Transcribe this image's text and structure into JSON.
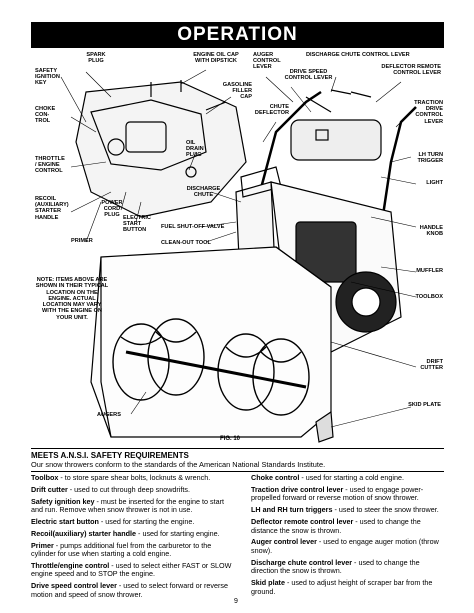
{
  "header": {
    "title": "OPERATION"
  },
  "figure": {
    "caption": "FIG. 10",
    "note": "NOTE: ITEMS ABOVE ARE SHOWN IN THEIR TYPICAL LOCATION ON THE ENGINE. ACTUAL LOCATION MAY VARY WITH THE ENGINE ON YOUR UNIT.",
    "labels": {
      "spark_plug": "SPARK\nPLUG",
      "engine_oil_cap": "ENGINE OIL CAP\nWITH DIPSTICK",
      "auger_control_lever": "AUGER\nCONTROL\nLEVER",
      "discharge_chute_control_lever": "DISCHARGE CHUTE CONTROL LEVER",
      "drive_speed_control_lever": "DRIVE SPEED\nCONTROL LEVER",
      "deflector_remote_control_lever": "DEFLECTOR REMOTE\nCONTROL LEVER",
      "safety_ignition_key": "SAFETY\nIGNITION\nKEY",
      "gasoline_filler_cap": "GASOLINE\nFILLER\nCAP",
      "chute_deflector": "CHUTE\nDEFLECTOR",
      "traction_drive_control_lever": "TRACTION\nDRIVE\nCONTROL\nLEVER",
      "choke_control": "CHOKE\nCON-\nTROL",
      "oil_drain_plug": "OIL\nDRAIN\nPLUG",
      "lh_turn_trigger": "LH TURN\nTRIGGER",
      "throttle_engine_control": "THROTTLE\n/ ENGINE\nCONTROL",
      "light": "LIGHT",
      "discharge_chute": "DISCHARGE\nCHUTE",
      "recoil_starter_handle": "RECOIL\n(AUXILIARY)\nSTARTER\nHANDLE",
      "power_cord_plug": "POWER\nCORD\nPLUG",
      "electric_start_button": "ELECTRIC\nSTART\nBUTTON",
      "fuel_shutoff_valve": "FUEL SHUT-OFF VALVE",
      "handle_knob": "HANDLE\nKNOB",
      "primer": "PRIMER",
      "clean_out_tool": "CLEAN-OUT TOOL",
      "muffler": "MUFFLER",
      "toolbox": "TOOLBOX",
      "drift_cutter": "DRIFT\nCUTTER",
      "skid_plate": "SKID PLATE",
      "augers": "AUGERS"
    }
  },
  "requirements": {
    "title": "MEETS A.N.S.I. SAFETY REQUIREMENTS",
    "subtitle": "Our snow throwers conform to the standards of the American National Standards Institute.",
    "left": [
      {
        "term": "Toolbox",
        "desc": " - to store spare shear bolts, locknuts & wrench."
      },
      {
        "term": "Drift cutter",
        "desc": " - used to cut through deep snowdrifts."
      },
      {
        "term": "Safety ignition key",
        "desc": " - must be inserted for the engine to start and run. Remove when snow thrower is not in use."
      },
      {
        "term": "Electric start button",
        "desc": " - used for starting the engine."
      },
      {
        "term": "Recoil(auxiliary) starter handle",
        "desc": " - used for starting engine."
      },
      {
        "term": "Primer",
        "desc": " - pumps additional fuel from the carburetor to the cylinder for use when starting a cold engine."
      },
      {
        "term": "Throttle/engine control",
        "desc": " - used to select either FAST or SLOW engine speed and to STOP the engine."
      },
      {
        "term": "Drive speed control lever",
        "desc": " - used to select forward or reverse motion and speed of snow thrower."
      }
    ],
    "right": [
      {
        "term": "Choke control",
        "desc": " - used for starting a cold engine."
      },
      {
        "term": "Traction drive control lever",
        "desc": " - used to engage power-propelled forward or reverse motion of snow thrower."
      },
      {
        "term": "LH and RH turn triggers",
        "desc": " - used to steer the snow thrower."
      },
      {
        "term": "Deflector remote control lever",
        "desc": " - used to change the distance the snow is thrown."
      },
      {
        "term": "Auger control lever",
        "desc": " - used to engage auger motion (throw snow)."
      },
      {
        "term": "Discharge chute control lever",
        "desc": " - used to change the direction the snow is thrown."
      },
      {
        "term": "Skid plate",
        "desc": " - used to adjust height of scraper bar from the ground."
      }
    ]
  },
  "page_number": "9"
}
